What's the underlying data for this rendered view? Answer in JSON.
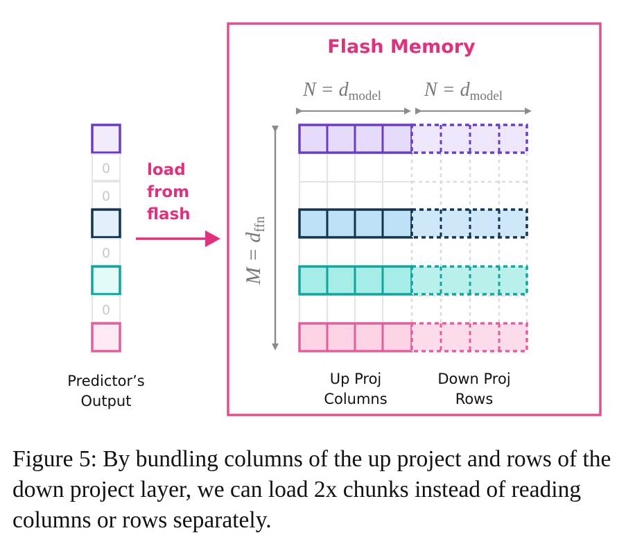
{
  "colors": {
    "pink": "#e04f8e",
    "purple": "#6a3ec4",
    "navy": "#14334d",
    "teal": "#12a59e",
    "rose": "#e0609c",
    "gray": "#8c8c8c"
  },
  "predictor": {
    "label_line1": "Predictor’s",
    "label_line2": "Output",
    "zero": "0"
  },
  "arrow_label": {
    "line1": "load",
    "line2": "from",
    "line3": "flash"
  },
  "flash_memory": {
    "title": "Flash Memory",
    "n_label_up": "N = d",
    "n_sub_up": "model",
    "n_label_down": "N = d",
    "n_sub_down": "model",
    "m_label": "M = d",
    "m_sub": "ffn",
    "up_label_line1": "Up Proj",
    "up_label_line2": "Columns",
    "down_label_line1": "Down Proj",
    "down_label_line2": "Rows"
  },
  "caption": "Figure 5: By bundling columns of the up project and rows of the down project layer, we can load 2x chunks instead of reading columns or rows separately."
}
